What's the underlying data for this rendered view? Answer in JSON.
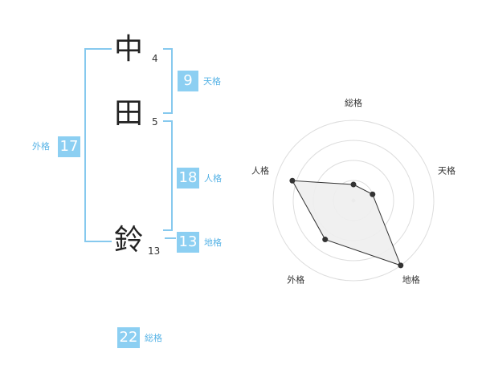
{
  "name": {
    "chars": [
      {
        "char": "中",
        "strokes": "4"
      },
      {
        "char": "田",
        "strokes": "5"
      },
      {
        "char": "鈴",
        "strokes": "13"
      }
    ]
  },
  "kaku": {
    "tenkaku": {
      "label": "天格",
      "value": "9"
    },
    "jinkaku": {
      "label": "人格",
      "value": "18"
    },
    "chikaku": {
      "label": "地格",
      "value": "13"
    },
    "gaikaku": {
      "label": "外格",
      "value": "17"
    },
    "soukaku": {
      "label": "総格",
      "value": "22"
    }
  },
  "colors": {
    "accent": "#8ccff2",
    "bracket": "#86c9ee",
    "label": "#56b3e6"
  },
  "chart_data": {
    "type": "radar",
    "axes": [
      "総格",
      "天格",
      "地格",
      "外格",
      "人格"
    ],
    "values": [
      0.2,
      0.25,
      1.0,
      0.6,
      0.8
    ],
    "max": 1.0,
    "rings": 4,
    "grid": true
  }
}
